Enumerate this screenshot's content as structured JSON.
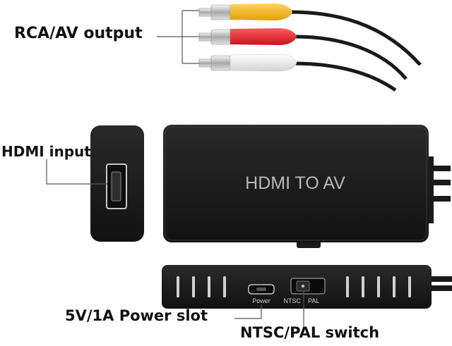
{
  "labels": {
    "rca": "RCA/AV output",
    "hdmi": "HDMI input",
    "power": "5V/1A Power slot",
    "ntsc": "NTSC/PAL switch"
  },
  "device": {
    "name": "HDMI TO AV",
    "power_port": "Power",
    "switch_left": "NTSC",
    "switch_right": "PAL"
  },
  "colors": {
    "body": "#1b1b1b",
    "plug_yellow": "#f4b81c",
    "plug_red": "#e8242b",
    "plug_white": "#f2f2f2",
    "callout_line": "#555555"
  },
  "icons": [
    "hdmi-port-icon",
    "power-port-icon",
    "slide-switch-icon"
  ]
}
